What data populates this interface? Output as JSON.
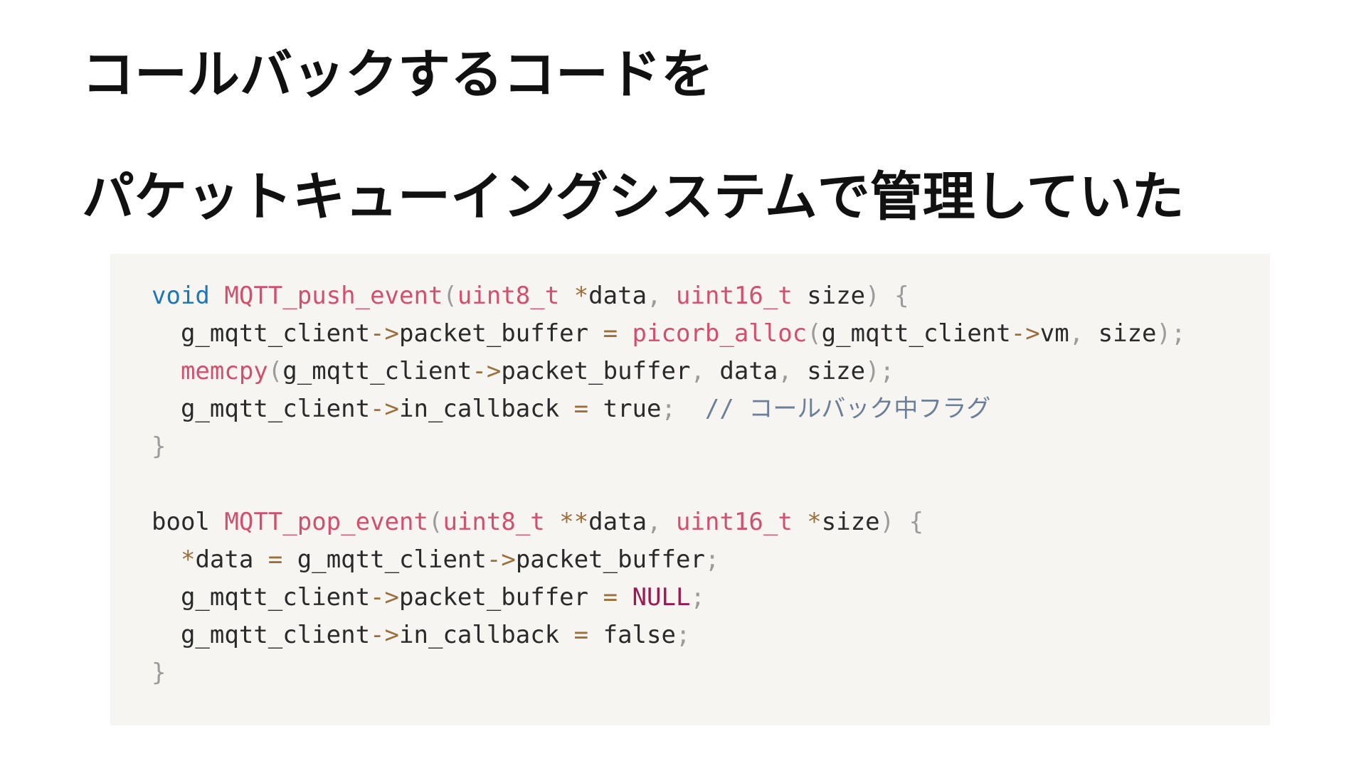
{
  "slide": {
    "title_line1": "コールバックするコードを",
    "title_line2": "パケットキューイングシステムで管理していた"
  },
  "code": {
    "colors": {
      "keyword": "#1f76b4",
      "function": "#d24f6d",
      "operator": "#9a6f3c",
      "punctuation": "#9b9b9b",
      "null_constant": "#9b1a52",
      "comment": "#6c7f99",
      "text": "#2a2a2a",
      "background": "#f6f5f2"
    },
    "lines": [
      [
        {
          "t": "void",
          "c": "kw"
        },
        {
          "t": " ",
          "c": "pl"
        },
        {
          "t": "MQTT_push_event",
          "c": "fn"
        },
        {
          "t": "(",
          "c": "pn"
        },
        {
          "t": "uint8_t",
          "c": "ty"
        },
        {
          "t": " ",
          "c": "pl"
        },
        {
          "t": "*",
          "c": "op"
        },
        {
          "t": "data",
          "c": "pl"
        },
        {
          "t": ",",
          "c": "pn"
        },
        {
          "t": " ",
          "c": "pl"
        },
        {
          "t": "uint16_t",
          "c": "ty"
        },
        {
          "t": " size",
          "c": "pl"
        },
        {
          "t": ")",
          "c": "pn"
        },
        {
          "t": " ",
          "c": "pl"
        },
        {
          "t": "{",
          "c": "pn"
        }
      ],
      [
        {
          "t": "  g_mqtt_client",
          "c": "pl"
        },
        {
          "t": "->",
          "c": "op"
        },
        {
          "t": "packet_buffer ",
          "c": "pl"
        },
        {
          "t": "=",
          "c": "op"
        },
        {
          "t": " ",
          "c": "pl"
        },
        {
          "t": "picorb_alloc",
          "c": "fn"
        },
        {
          "t": "(",
          "c": "pn"
        },
        {
          "t": "g_mqtt_client",
          "c": "pl"
        },
        {
          "t": "->",
          "c": "op"
        },
        {
          "t": "vm",
          "c": "pl"
        },
        {
          "t": ",",
          "c": "pn"
        },
        {
          "t": " size",
          "c": "pl"
        },
        {
          "t": ");",
          "c": "pn"
        }
      ],
      [
        {
          "t": "  ",
          "c": "pl"
        },
        {
          "t": "memcpy",
          "c": "fn"
        },
        {
          "t": "(",
          "c": "pn"
        },
        {
          "t": "g_mqtt_client",
          "c": "pl"
        },
        {
          "t": "->",
          "c": "op"
        },
        {
          "t": "packet_buffer",
          "c": "pl"
        },
        {
          "t": ",",
          "c": "pn"
        },
        {
          "t": " data",
          "c": "pl"
        },
        {
          "t": ",",
          "c": "pn"
        },
        {
          "t": " size",
          "c": "pl"
        },
        {
          "t": ");",
          "c": "pn"
        }
      ],
      [
        {
          "t": "  g_mqtt_client",
          "c": "pl"
        },
        {
          "t": "->",
          "c": "op"
        },
        {
          "t": "in_callback ",
          "c": "pl"
        },
        {
          "t": "=",
          "c": "op"
        },
        {
          "t": " true",
          "c": "pl"
        },
        {
          "t": ";",
          "c": "pn"
        },
        {
          "t": "  // コールバック中フラグ",
          "c": "cm"
        }
      ],
      [
        {
          "t": "}",
          "c": "pn"
        }
      ],
      [],
      [
        {
          "t": "bool",
          "c": "pl"
        },
        {
          "t": " ",
          "c": "pl"
        },
        {
          "t": "MQTT_pop_event",
          "c": "fn"
        },
        {
          "t": "(",
          "c": "pn"
        },
        {
          "t": "uint8_t",
          "c": "ty"
        },
        {
          "t": " ",
          "c": "pl"
        },
        {
          "t": "**",
          "c": "op"
        },
        {
          "t": "data",
          "c": "pl"
        },
        {
          "t": ",",
          "c": "pn"
        },
        {
          "t": " ",
          "c": "pl"
        },
        {
          "t": "uint16_t",
          "c": "ty"
        },
        {
          "t": " ",
          "c": "pl"
        },
        {
          "t": "*",
          "c": "op"
        },
        {
          "t": "size",
          "c": "pl"
        },
        {
          "t": ")",
          "c": "pn"
        },
        {
          "t": " ",
          "c": "pl"
        },
        {
          "t": "{",
          "c": "pn"
        }
      ],
      [
        {
          "t": "  ",
          "c": "pl"
        },
        {
          "t": "*",
          "c": "op"
        },
        {
          "t": "data ",
          "c": "pl"
        },
        {
          "t": "=",
          "c": "op"
        },
        {
          "t": " g_mqtt_client",
          "c": "pl"
        },
        {
          "t": "->",
          "c": "op"
        },
        {
          "t": "packet_buffer",
          "c": "pl"
        },
        {
          "t": ";",
          "c": "pn"
        }
      ],
      [
        {
          "t": "  g_mqtt_client",
          "c": "pl"
        },
        {
          "t": "->",
          "c": "op"
        },
        {
          "t": "packet_buffer ",
          "c": "pl"
        },
        {
          "t": "=",
          "c": "op"
        },
        {
          "t": " ",
          "c": "pl"
        },
        {
          "t": "NULL",
          "c": "nu"
        },
        {
          "t": ";",
          "c": "pn"
        }
      ],
      [
        {
          "t": "  g_mqtt_client",
          "c": "pl"
        },
        {
          "t": "->",
          "c": "op"
        },
        {
          "t": "in_callback ",
          "c": "pl"
        },
        {
          "t": "=",
          "c": "op"
        },
        {
          "t": " false",
          "c": "pl"
        },
        {
          "t": ";",
          "c": "pn"
        }
      ],
      [
        {
          "t": "}",
          "c": "pn"
        }
      ]
    ]
  }
}
